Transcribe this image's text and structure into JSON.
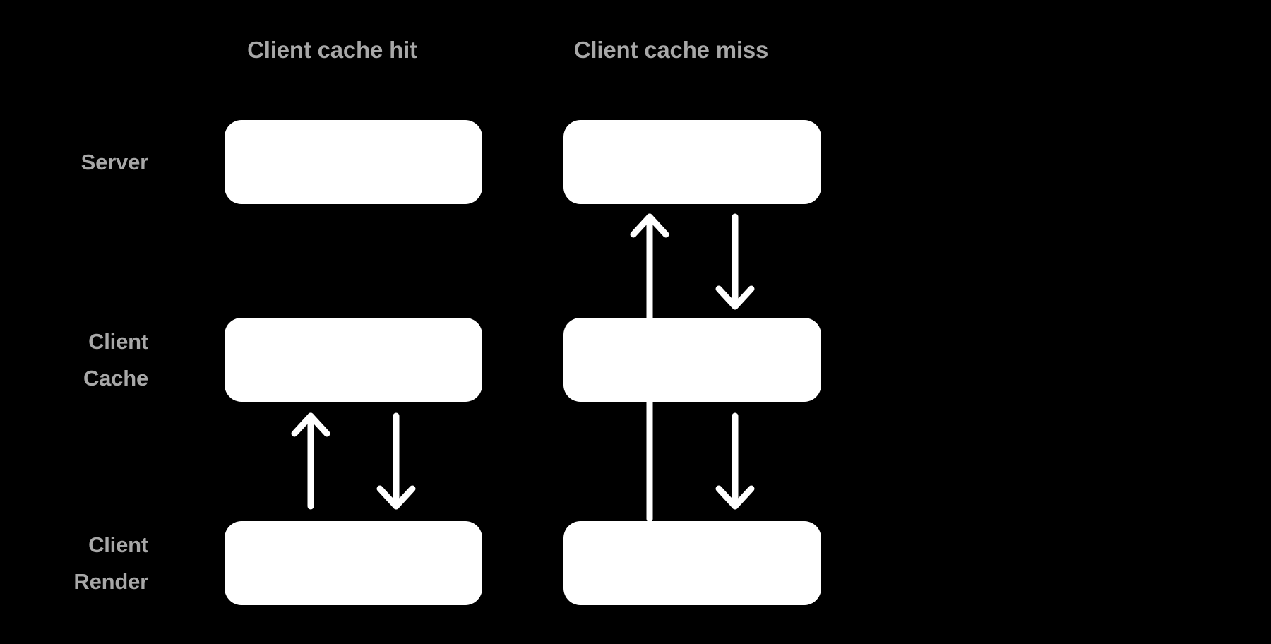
{
  "diagram": {
    "title": "Client cache hit vs client cache miss request flow",
    "background_color": "#000000",
    "box_color": "#ffffff",
    "label_color": "#a8a8a8",
    "arrow_color": "#ffffff",
    "columns": [
      {
        "id": "hit",
        "label": "Client cache hit"
      },
      {
        "id": "miss",
        "label": "Client cache miss"
      }
    ],
    "rows": [
      {
        "id": "server",
        "label": "Server"
      },
      {
        "id": "client-cache",
        "label": "Client\nCache"
      },
      {
        "id": "client-render",
        "label": "Client\nRender"
      }
    ],
    "nodes": [
      {
        "id": "hit-server",
        "column": "hit",
        "row": "server",
        "text": ""
      },
      {
        "id": "hit-client-cache",
        "column": "hit",
        "row": "client-cache",
        "text": ""
      },
      {
        "id": "hit-client-render",
        "column": "hit",
        "row": "client-render",
        "text": ""
      },
      {
        "id": "miss-server",
        "column": "miss",
        "row": "server",
        "text": ""
      },
      {
        "id": "miss-client-cache",
        "column": "miss",
        "row": "client-cache",
        "text": ""
      },
      {
        "id": "miss-client-render",
        "column": "miss",
        "row": "client-render",
        "text": ""
      }
    ],
    "arrows": [
      {
        "id": "hit-request-up",
        "column": "hit",
        "from": "client-render",
        "to": "client-cache",
        "direction": "up"
      },
      {
        "id": "hit-response-down",
        "column": "hit",
        "from": "client-cache",
        "to": "client-render",
        "direction": "down"
      },
      {
        "id": "miss-request-up",
        "column": "miss",
        "from": "client-render",
        "to": "server",
        "direction": "up"
      },
      {
        "id": "miss-server-down",
        "column": "miss",
        "from": "server",
        "to": "client-cache",
        "direction": "down"
      },
      {
        "id": "miss-cache-down",
        "column": "miss",
        "from": "client-cache",
        "to": "client-render",
        "direction": "down"
      }
    ]
  }
}
